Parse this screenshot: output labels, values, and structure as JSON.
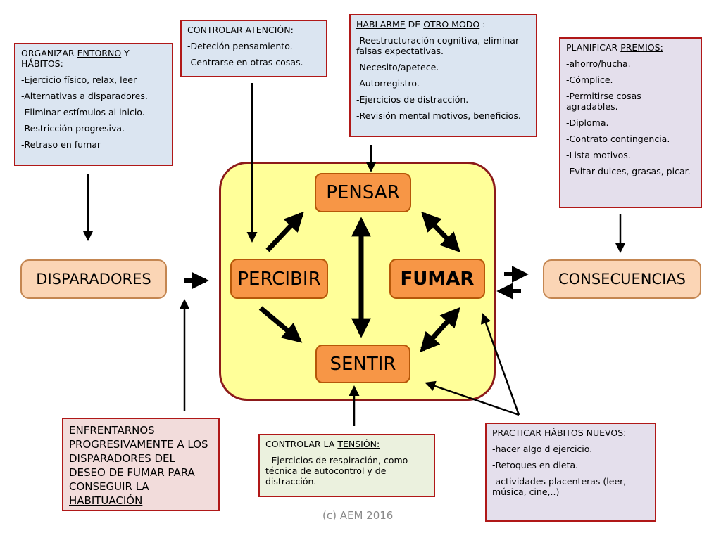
{
  "boxes": {
    "entorno": {
      "title_plain": "ORGANIZAR ",
      "title_u1": "ENTORNO",
      "title_mid": " Y ",
      "title_u2": "HÁBITOS:",
      "items": [
        "-Ejercicio físico, relax, leer",
        "-Alternativas a disparadores.",
        "-Eliminar estímulos al inicio.",
        "-Restricción progresiva.",
        "-Retraso en fumar"
      ]
    },
    "atencion": {
      "title_plain": "CONTROLAR  ",
      "title_u": "ATENCIÓN:",
      "items": [
        "-Deteción pensamiento.",
        "-Centrarse en otras cosas."
      ]
    },
    "hablarme": {
      "title_u1": "HABLARME",
      "title_mid": " DE ",
      "title_u2": "OTRO MODO",
      "title_end": " :",
      "items": [
        "-Reestructuración cognitiva, eliminar falsas expectativas.",
        "-Necesito/apetece.",
        "-Autorregistro.",
        "-Ejercicios de distracción.",
        "-Revisión mental motivos, beneficios."
      ]
    },
    "premios": {
      "title_plain": "PLANIFICAR ",
      "title_u": "PREMIOS:",
      "items": [
        "-ahorro/hucha.",
        "-Cómplice.",
        "-Permitirse cosas agradables.",
        "-Diploma.",
        "-Contrato contingencia.",
        "-Lista motivos.",
        "-Evitar dulces, grasas, picar."
      ]
    },
    "tension": {
      "title_plain": "CONTROLAR LA ",
      "title_u": "TENSIÓN:",
      "items": [
        "- Ejercicios de respiración, como técnica de autocontrol y de distracción."
      ]
    },
    "practicar": {
      "title": "PRACTICAR HÁBITOS NUEVOS:",
      "items": [
        "-hacer algo d ejercicio.",
        "-Retoques en dieta.",
        "-actividades placenteras (leer, música, cine,..)"
      ]
    },
    "enfrentarnos": {
      "text": "ENFRENTARNOS PROGRESIVAMENTE A LOS DISPARADORES DEL DESEO DE FUMAR PARA CONSEGUIR LA ",
      "text_u": "HABITUACIÓN"
    }
  },
  "nodes": {
    "pensar": "PENSAR",
    "percibir": "PERCIBIR",
    "fumar": "FUMAR",
    "sentir": "SENTIR",
    "disparadores": "DISPARADORES",
    "consecuencias": "CONSECUENCIAS"
  },
  "copyright": "(c) AEM 2016"
}
